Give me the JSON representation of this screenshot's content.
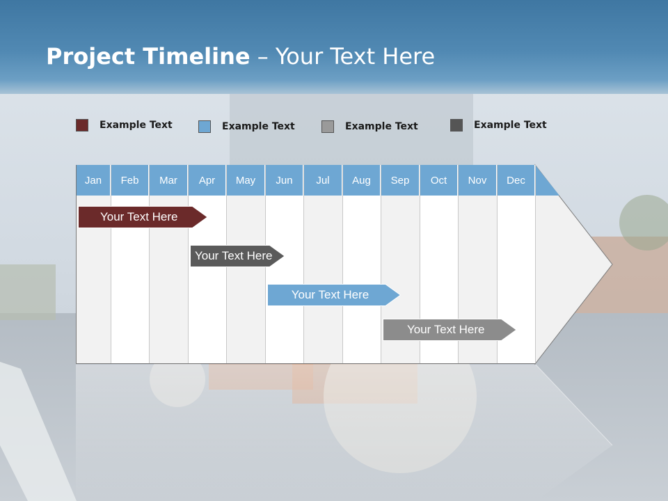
{
  "title": {
    "bold": "Project Timeline",
    "rest": " – Your Text Here"
  },
  "legend": [
    {
      "label": "Example Text",
      "color": "#6b2a2a"
    },
    {
      "label": "Example Text",
      "color": "#6ea7d3"
    },
    {
      "label": "Example Text",
      "color": "#9a9a9a"
    },
    {
      "label": "Example Text",
      "color": "#555555"
    }
  ],
  "months": [
    "Jan",
    "Feb",
    "Mar",
    "Apr",
    "May",
    "Jun",
    "Jul",
    "Aug",
    "Sep",
    "Oct",
    "Nov",
    "Dec"
  ],
  "tasks": [
    {
      "label": "Your  Text Here",
      "color": "#6b2a2a",
      "start_month": "Jan",
      "end_month": "Apr"
    },
    {
      "label": "Your  Text Here",
      "color": "#5a5a5a",
      "start_month": "Apr",
      "end_month": "Jun"
    },
    {
      "label": "Your  Text Here",
      "color": "#6ea7d3",
      "start_month": "Jun",
      "end_month": "Sep"
    },
    {
      "label": "Your  Text Here",
      "color": "#8c8c8c",
      "start_month": "Sep",
      "end_month": "Dec"
    }
  ]
}
